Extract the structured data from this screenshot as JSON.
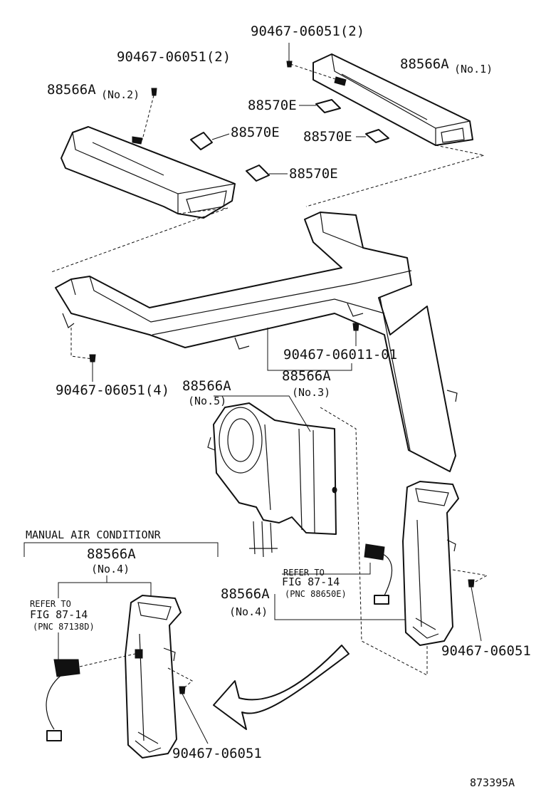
{
  "labels": {
    "screw_top_right": "90467-06051(2)",
    "duct_no1_part": "88566A",
    "duct_no1_sub": "(No.1)",
    "screw_top_left": "90467-06051(2)",
    "duct_no2_part": "88566A",
    "duct_no2_sub": "(No.2)",
    "cushion_a": "88570E",
    "cushion_b": "88570E",
    "cushion_c": "88570E",
    "cushion_d": "88570E",
    "screw_center": "90467-06011-01",
    "duct_no3_part": "88566A",
    "duct_no3_sub": "(No.3)",
    "screw_left_four": "90467-06051(4)",
    "duct_no5_part": "88566A",
    "duct_no5_sub": "(No.5)",
    "refer_right_1": "REFER TO",
    "refer_right_2": "FIG 87-14",
    "refer_right_3": "(PNC 88650E)",
    "duct_no4_right_part": "88566A",
    "duct_no4_right_sub": "(No.4)",
    "screw_right_bottom": "90467-06051",
    "manual_ac_title": "MANUAL AIR CONDITIONR",
    "manual_part": "88566A",
    "manual_sub": "(No.4)",
    "refer_left_1": "REFER TO",
    "refer_left_2": "FIG 87-14",
    "refer_left_3": "(PNC 87138D)",
    "screw_left_bottom": "90467-06051",
    "diagram_code": "873395A"
  }
}
